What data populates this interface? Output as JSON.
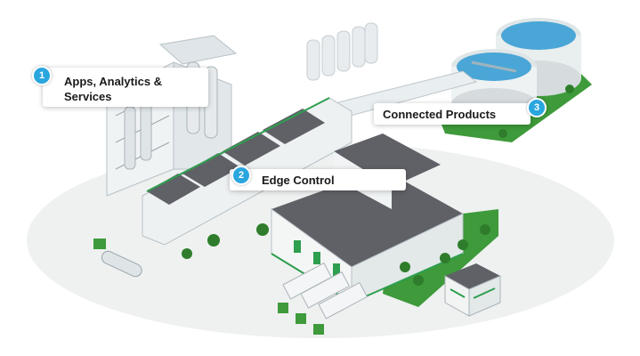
{
  "callouts": [
    {
      "number": "1",
      "label": "Apps, Analytics & Services"
    },
    {
      "number": "2",
      "label": "Edge Control"
    },
    {
      "number": "3",
      "label": "Connected Products"
    }
  ],
  "colors": {
    "accent": "#2aa6df",
    "roof": "#5f6166",
    "wall": "#f2f4f3",
    "trim": "#2e9e4f",
    "grass": "#3e9a3a",
    "water": "#4aa6d6"
  }
}
